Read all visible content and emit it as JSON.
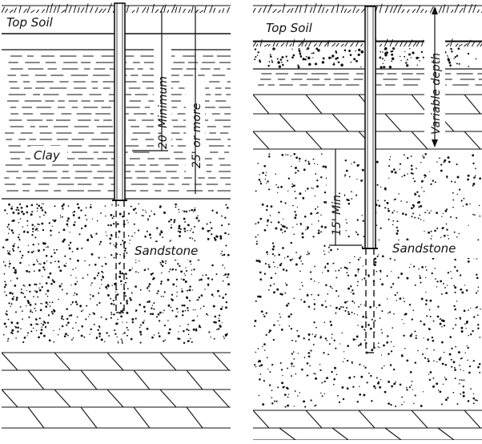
{
  "diagrams": [
    {
      "top_soil_label": "Top Soil",
      "layer_label": "Clay",
      "sandstone_label": "Sandstone",
      "dim_inner": "20' Minimum",
      "dim_outer": "25' or more"
    },
    {
      "top_soil_label": "Top Soil",
      "sandstone_label": "Sandstone",
      "dim_depth": "Variable depth",
      "dim_min": "15' Min."
    }
  ],
  "colors": {
    "ink": "#111111",
    "paper": "#ffffff"
  }
}
